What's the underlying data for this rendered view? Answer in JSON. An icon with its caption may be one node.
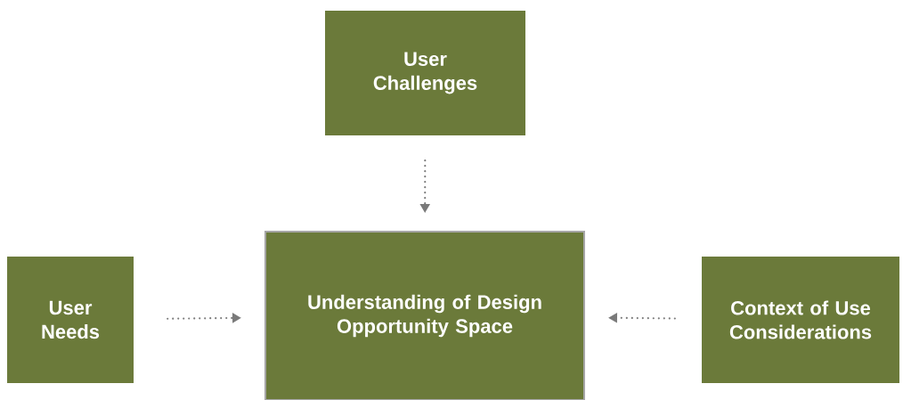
{
  "diagram": {
    "nodes": [
      {
        "text": [
          "User Challenges"
        ]
      },
      {
        "text": [
          "Understanding of Design Opportunity Space"
        ]
      },
      {
        "text": [
          "User Needs"
        ]
      },
      {
        "text": [
          "Context of Use Considerations"
        ]
      }
    ],
    "edges": [
      {
        "from": 0,
        "to": 1,
        "arrow": "to"
      },
      {
        "from": 2,
        "to": 1,
        "arrow": "to"
      },
      {
        "from": 3,
        "to": 1,
        "arrow": "to"
      }
    ]
  }
}
